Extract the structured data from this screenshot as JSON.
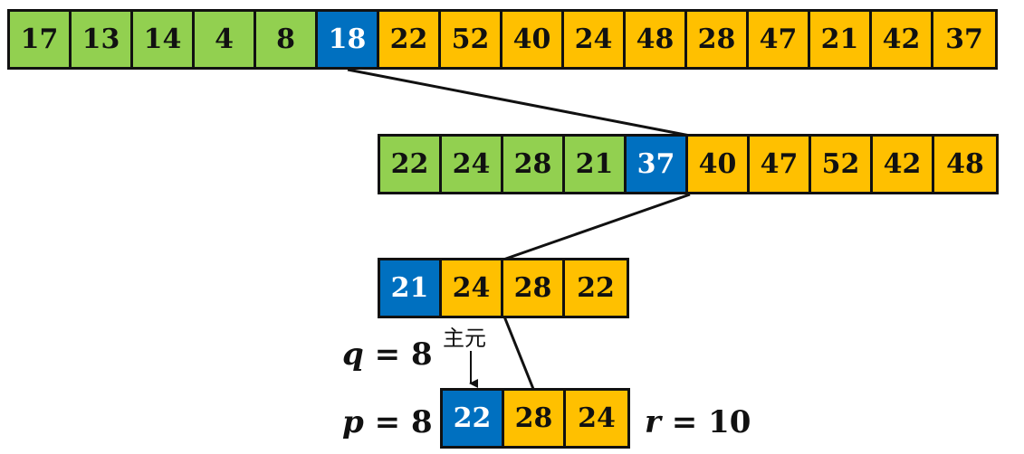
{
  "rows": [
    {
      "cells": [
        {
          "value": "17",
          "color": "green"
        },
        {
          "value": "13",
          "color": "green"
        },
        {
          "value": "14",
          "color": "green"
        },
        {
          "value": "4",
          "color": "green"
        },
        {
          "value": "8",
          "color": "green"
        },
        {
          "value": "18",
          "color": "blue"
        },
        {
          "value": "22",
          "color": "yellow"
        },
        {
          "value": "52",
          "color": "yellow"
        },
        {
          "value": "40",
          "color": "yellow"
        },
        {
          "value": "24",
          "color": "yellow"
        },
        {
          "value": "48",
          "color": "yellow"
        },
        {
          "value": "28",
          "color": "yellow"
        },
        {
          "value": "47",
          "color": "yellow"
        },
        {
          "value": "21",
          "color": "yellow"
        },
        {
          "value": "42",
          "color": "yellow"
        },
        {
          "value": "37",
          "color": "yellow"
        }
      ]
    },
    {
      "cells": [
        {
          "value": "22",
          "color": "green"
        },
        {
          "value": "24",
          "color": "green"
        },
        {
          "value": "28",
          "color": "green"
        },
        {
          "value": "21",
          "color": "green"
        },
        {
          "value": "37",
          "color": "blue"
        },
        {
          "value": "40",
          "color": "yellow"
        },
        {
          "value": "47",
          "color": "yellow"
        },
        {
          "value": "52",
          "color": "yellow"
        },
        {
          "value": "42",
          "color": "yellow"
        },
        {
          "value": "48",
          "color": "yellow"
        }
      ]
    },
    {
      "cells": [
        {
          "value": "21",
          "color": "blue"
        },
        {
          "value": "24",
          "color": "yellow"
        },
        {
          "value": "28",
          "color": "yellow"
        },
        {
          "value": "22",
          "color": "yellow"
        }
      ]
    },
    {
      "cells": [
        {
          "value": "22",
          "color": "blue"
        },
        {
          "value": "28",
          "color": "yellow"
        },
        {
          "value": "24",
          "color": "yellow"
        }
      ]
    }
  ],
  "labels": {
    "q_var": "q",
    "q_rest": " = 8",
    "p_var": "p",
    "p_rest": " = 8",
    "r_var": "r",
    "r_rest": " = 10",
    "pivot": "主元"
  },
  "colors": {
    "green": "#92d050",
    "yellow": "#ffc000",
    "blue": "#0070c0",
    "border": "#111111"
  }
}
